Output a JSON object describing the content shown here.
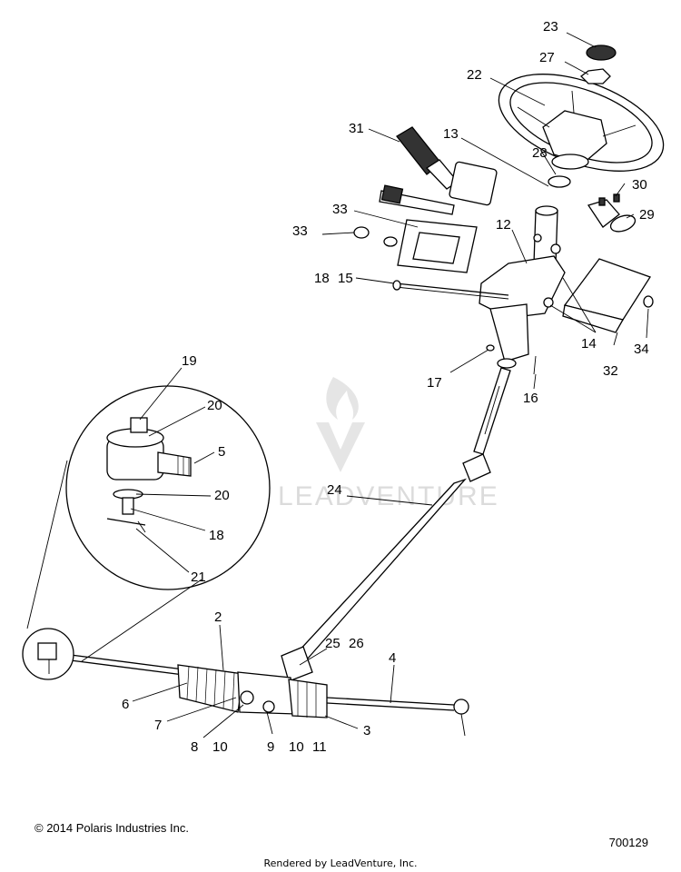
{
  "watermark": {
    "text": "LEADVENTURE",
    "color": "#bfbfbf"
  },
  "callouts": {
    "c23": "23",
    "c27": "27",
    "c22": "22",
    "c31": "31",
    "c13": "13",
    "c28": "28",
    "c30": "30",
    "c29": "29",
    "c33a": "33",
    "c33b": "33",
    "c12": "12",
    "c18a": "18",
    "c15": "15",
    "c14": "14",
    "c34": "34",
    "c32": "32",
    "c17": "17",
    "c16": "16",
    "c19": "19",
    "c20a": "20",
    "c5": "5",
    "c20b": "20",
    "c18b": "18",
    "c21": "21",
    "c24": "24",
    "c2": "2",
    "c25": "25",
    "c26": "26",
    "c4": "4",
    "c6": "6",
    "c7": "7",
    "c8": "8",
    "c10a": "10",
    "c9": "9",
    "c10b": "10",
    "c11": "11",
    "c3": "3"
  },
  "footer": {
    "copyright": "© 2014 Polaris Industries Inc.",
    "diagram_number": "700129",
    "rendered_by": "Rendered by LeadVenture, Inc."
  }
}
